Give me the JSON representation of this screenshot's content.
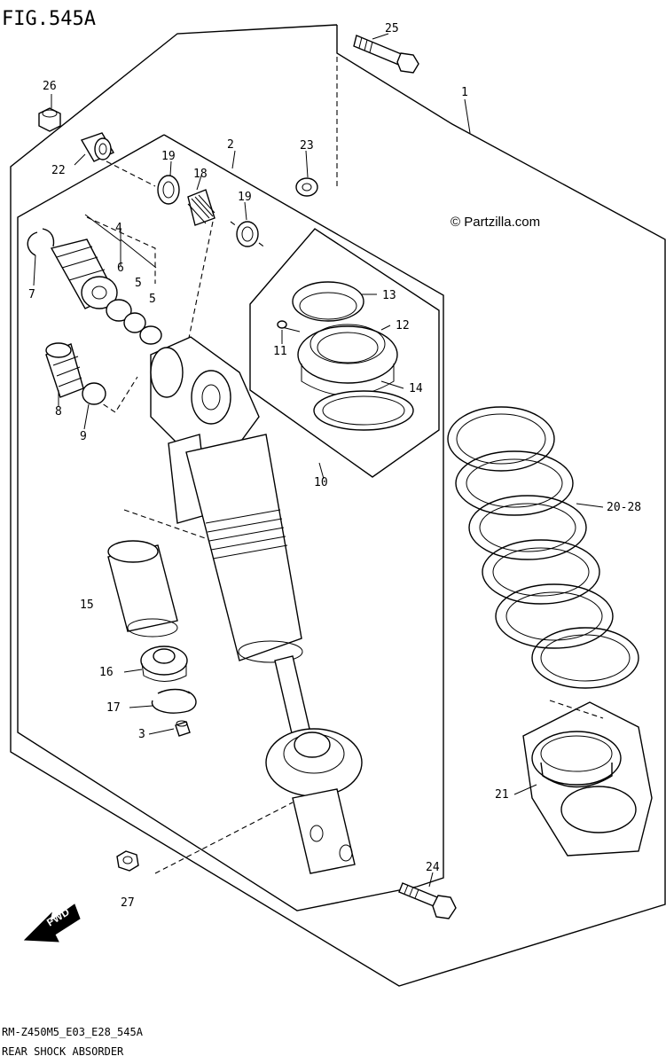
{
  "figure": {
    "title": "FIG.545A",
    "code": "RM-Z450M5_E03_E28_545A",
    "caption": "REAR SHOCK ABSORDER",
    "watermark": "© Partzilla.com",
    "direction_badge": "FWD"
  },
  "callouts": [
    {
      "id": "c1",
      "text": "1"
    },
    {
      "id": "c2",
      "text": "2"
    },
    {
      "id": "c3",
      "text": "3"
    },
    {
      "id": "c4",
      "text": "4"
    },
    {
      "id": "c5a",
      "text": "5"
    },
    {
      "id": "c5b",
      "text": "5"
    },
    {
      "id": "c6",
      "text": "6"
    },
    {
      "id": "c7",
      "text": "7"
    },
    {
      "id": "c8",
      "text": "8"
    },
    {
      "id": "c9",
      "text": "9"
    },
    {
      "id": "c10",
      "text": "10"
    },
    {
      "id": "c11",
      "text": "11"
    },
    {
      "id": "c12",
      "text": "12"
    },
    {
      "id": "c13",
      "text": "13"
    },
    {
      "id": "c14",
      "text": "14"
    },
    {
      "id": "c15",
      "text": "15"
    },
    {
      "id": "c16",
      "text": "16"
    },
    {
      "id": "c17",
      "text": "17"
    },
    {
      "id": "c18",
      "text": "18"
    },
    {
      "id": "c19a",
      "text": "19"
    },
    {
      "id": "c19b",
      "text": "19"
    },
    {
      "id": "c20",
      "text": "20-28"
    },
    {
      "id": "c21",
      "text": "21"
    },
    {
      "id": "c22",
      "text": "22"
    },
    {
      "id": "c23",
      "text": "23"
    },
    {
      "id": "c24",
      "text": "24"
    },
    {
      "id": "c25",
      "text": "25"
    },
    {
      "id": "c26",
      "text": "26"
    },
    {
      "id": "c27",
      "text": "27"
    }
  ]
}
